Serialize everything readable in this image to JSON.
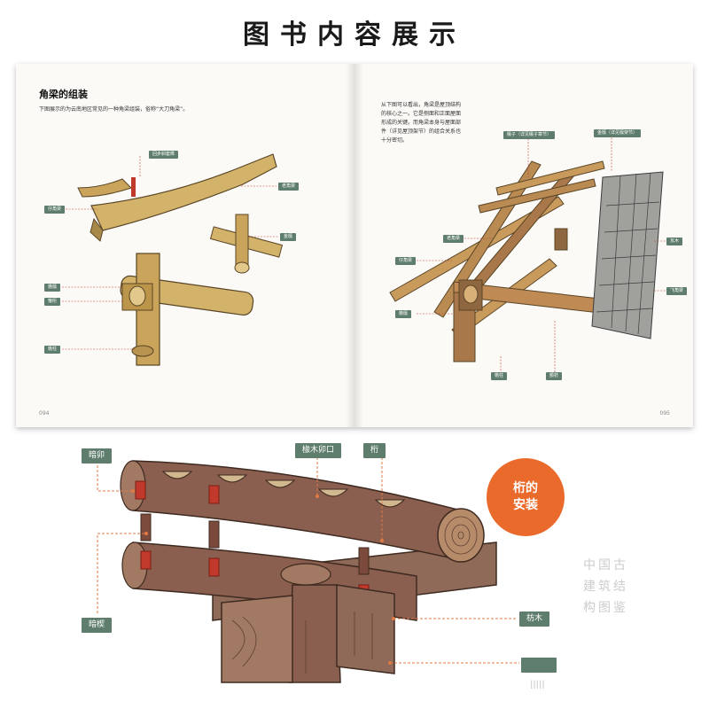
{
  "header": {
    "title": "图书内容展示"
  },
  "left_page": {
    "heading": "角梁的组装",
    "intro": "下图展示的为云南地区常见的一种角梁组装，俗称“大刀角梁”。",
    "page_number": "094",
    "labels": {
      "top_mortise": "回步斜套榫",
      "old_beam": "老角梁",
      "child_beam": "仔角梁",
      "purlin_small": "金檩",
      "cornice_purlin": "檐檩",
      "tie_purlin": "箍桁",
      "cornice_column": "檐柱"
    }
  },
  "right_page": {
    "paragraph_lines": [
      "从下图可以看出，角梁是屋顶结构",
      "的核心之一。它是侧面和正面屋面",
      "形成的关键。而角梁本身与屋面部",
      "件（详见屋顶架节）的组合关系也",
      "十分密切。"
    ],
    "page_number": "095",
    "labels": {
      "flying_rafter": "椽子（详见椽子章节）",
      "purlin_joint": "金檩（详见檩架节）",
      "old_beam": "老角梁",
      "child_beam": "仔角梁",
      "cornice_purlin": "檐檩",
      "tile_wood": "瓦木",
      "flying_beam": "飞角梁",
      "column": "檐柱",
      "tie": "额枋"
    }
  },
  "bottom": {
    "labels": {
      "hidden_tenon_top": "暗卯",
      "rafter_socket": "椽木卯口",
      "purlin": "桁",
      "hidden_tenon_bottom": "暗楔",
      "beam_wood": "枋木",
      "empty_tag": ""
    },
    "badge_lines": [
      "桁的",
      "安装"
    ],
    "series_title": "中国古建筑结构图鉴",
    "watermark": "lllll"
  },
  "colors": {
    "tag_green": "#5e7d6c",
    "badge_orange": "#ea6a2b",
    "leader_red": "#c0392b",
    "light_wood": "#c8a55a",
    "brown_wood": "#8a5f4f"
  }
}
